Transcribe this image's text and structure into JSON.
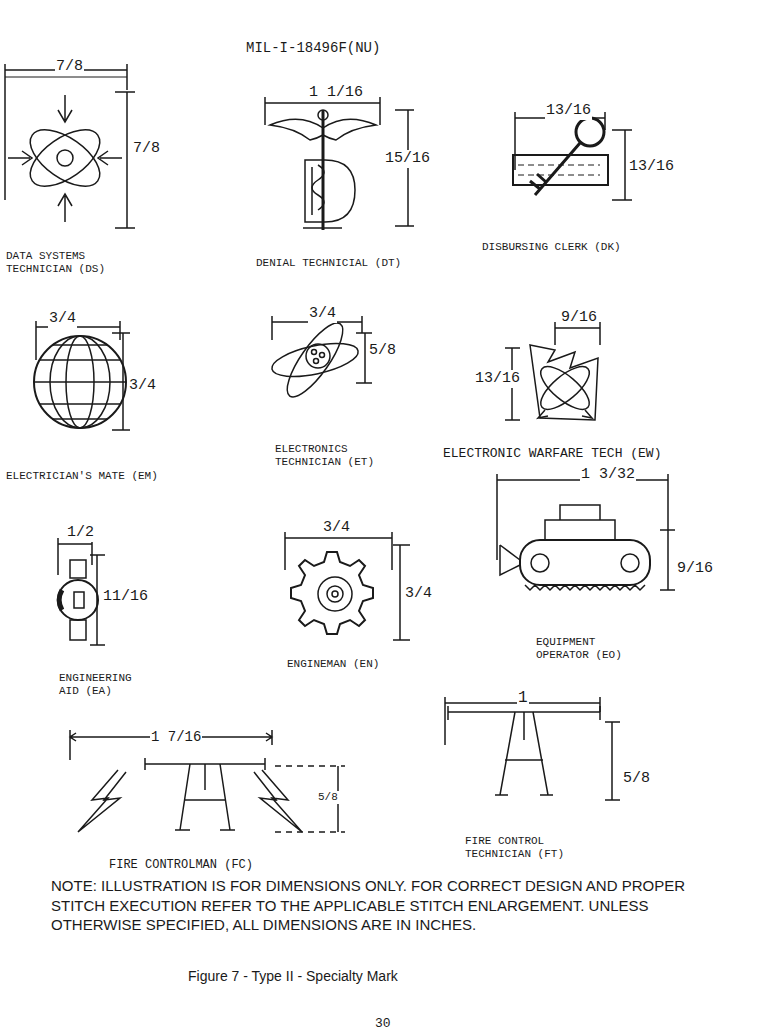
{
  "diagram": {
    "title": "MIL-I-18496F(NU)",
    "caption": "Figure 7 - Type II - Specialty Mark",
    "labels": [
      "7/8",
      "7/8",
      "DATA SYSTEMS TECHNICIAN (DS)",
      "1 1/16",
      "15/16",
      "DENIAL TECHNICIAL (DT)",
      "13/16",
      "13/16",
      "DISBURSING CLERK (DK)",
      "3/4",
      "3/4",
      "ELECTRICIAN'S MATE (EM)",
      "3/4",
      "5/8",
      "ELECTRONICS TECHNICIAN (ET)",
      "9/16",
      "13/16",
      "ELECTRONIC WARFARE TECH (EW)",
      "1/2",
      "11/16",
      "ENGINEERING AID (EA)",
      "3/4",
      "3/4",
      "ENGINEMAN (EN)",
      "1 3/32",
      "9/16",
      "EQUIPMENT OPERATOR (EO)",
      "1 7/16",
      "5/8",
      "FIRE CONTROLMAN (FC)",
      "1",
      "5/8",
      "FIRE CONTROL TECHNICIAN (FT)",
      "NOTE: ILLUSTRATION IS FOR DIMENSIONS ONLY. FOR CORRECT DESIGN AND PROPER STITCH EXECUTION REFER TO THE APPLICABLE STITCH ENLARGEMENT. UNLESS OTHERWISE SPECIFIED, ALL DIMENSIONS ARE IN INCHES.",
      "30"
    ]
  }
}
